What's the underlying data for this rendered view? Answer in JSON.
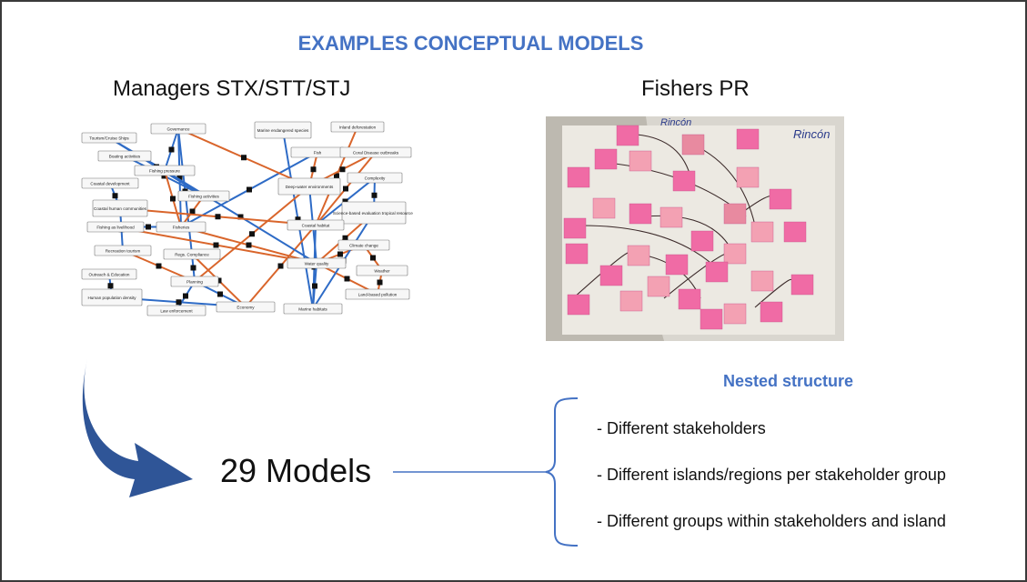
{
  "slide": {
    "title": "EXAMPLES CONCEPTUAL MODELS",
    "left_heading": "Managers STX/STT/STJ",
    "right_heading": "Fishers PR",
    "models_label": "29 Models",
    "nested_title": "Nested structure",
    "bullets": [
      "- Different stakeholders",
      "- Different islands/regions per stakeholder group",
      "- Different groups within stakeholders and island"
    ]
  },
  "network": {
    "nodes": [
      {
        "label": "Governance"
      },
      {
        "label": "Marine endangered species"
      },
      {
        "label": "Inland deforestation"
      },
      {
        "label": "Tourism/Cruise Ships"
      },
      {
        "label": "Boating activities"
      },
      {
        "label": "Fish"
      },
      {
        "label": "Coral Disease outbreaks"
      },
      {
        "label": "Fishing pressure"
      },
      {
        "label": "Coastal development"
      },
      {
        "label": "Complexity"
      },
      {
        "label": "Deep-water environments"
      },
      {
        "label": "Fishing activities"
      },
      {
        "label": "Coastal human communities"
      },
      {
        "label": "Science-based evaluation tropical resources"
      },
      {
        "label": "Fishing as livelihood"
      },
      {
        "label": "Fisheries"
      },
      {
        "label": "Coastal habitat"
      },
      {
        "label": "Recreation tourism"
      },
      {
        "label": "Regs. Compliance"
      },
      {
        "label": "Climate change"
      },
      {
        "label": "Water quality"
      },
      {
        "label": "Weather"
      },
      {
        "label": "Outreach & Education"
      },
      {
        "label": "Planning"
      },
      {
        "label": "Human population density"
      },
      {
        "label": "Land-based pollution"
      },
      {
        "label": "Economy"
      },
      {
        "label": "Law enforcement"
      },
      {
        "label": "Marine habitats"
      }
    ]
  },
  "photo": {
    "handwriting": [
      "Rincón",
      "Rincón"
    ]
  },
  "colors": {
    "title_blue": "#4472c4",
    "edge_blue": "#2e6bc6",
    "edge_orange": "#d9652b",
    "arrow_blue": "#2f5597",
    "sticky_pink": "#f06ba5"
  }
}
